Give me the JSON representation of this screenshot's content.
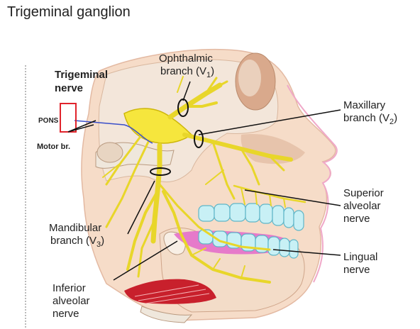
{
  "title": "Trigeminal ganglion",
  "labels": {
    "trigeminal_nerve_line1": "Trigeminal",
    "trigeminal_nerve_line2": "nerve",
    "ophthalmic_line1": "Ophthalmic",
    "ophthalmic_line2": "branch (V",
    "ophthalmic_sub": "1",
    "ophthalmic_close": ")",
    "maxillary_line1": "Maxillary",
    "maxillary_line2": "branch (V",
    "maxillary_sub": "2",
    "maxillary_close": ")",
    "superior_line1": "Superior",
    "superior_line2": "alveolar",
    "superior_line3": "nerve",
    "mandibular_line1": "Mandibular",
    "mandibular_line2": "branch (V",
    "mandibular_sub": "3",
    "mandibular_close": ")",
    "lingual_line1": "Lingual",
    "lingual_line2": "nerve",
    "inferior_line1": "Inferior",
    "inferior_line2": "alveolar",
    "inferior_line3": "nerve",
    "pons": "PONS",
    "motor": "Motor br."
  },
  "colors": {
    "nerve": "#f2e23a",
    "nerve_outline": "#c9b400",
    "skin": "#f6dcc8",
    "skin_shadow": "#d9a98c",
    "bone": "#efe7dc",
    "teeth": "#c8f0f5",
    "teeth_outline": "#5fb6c8",
    "gum": "#e070c8",
    "muscle": "#c8202c",
    "motor_line": "#3a4fc9",
    "box": "#e0242c"
  }
}
